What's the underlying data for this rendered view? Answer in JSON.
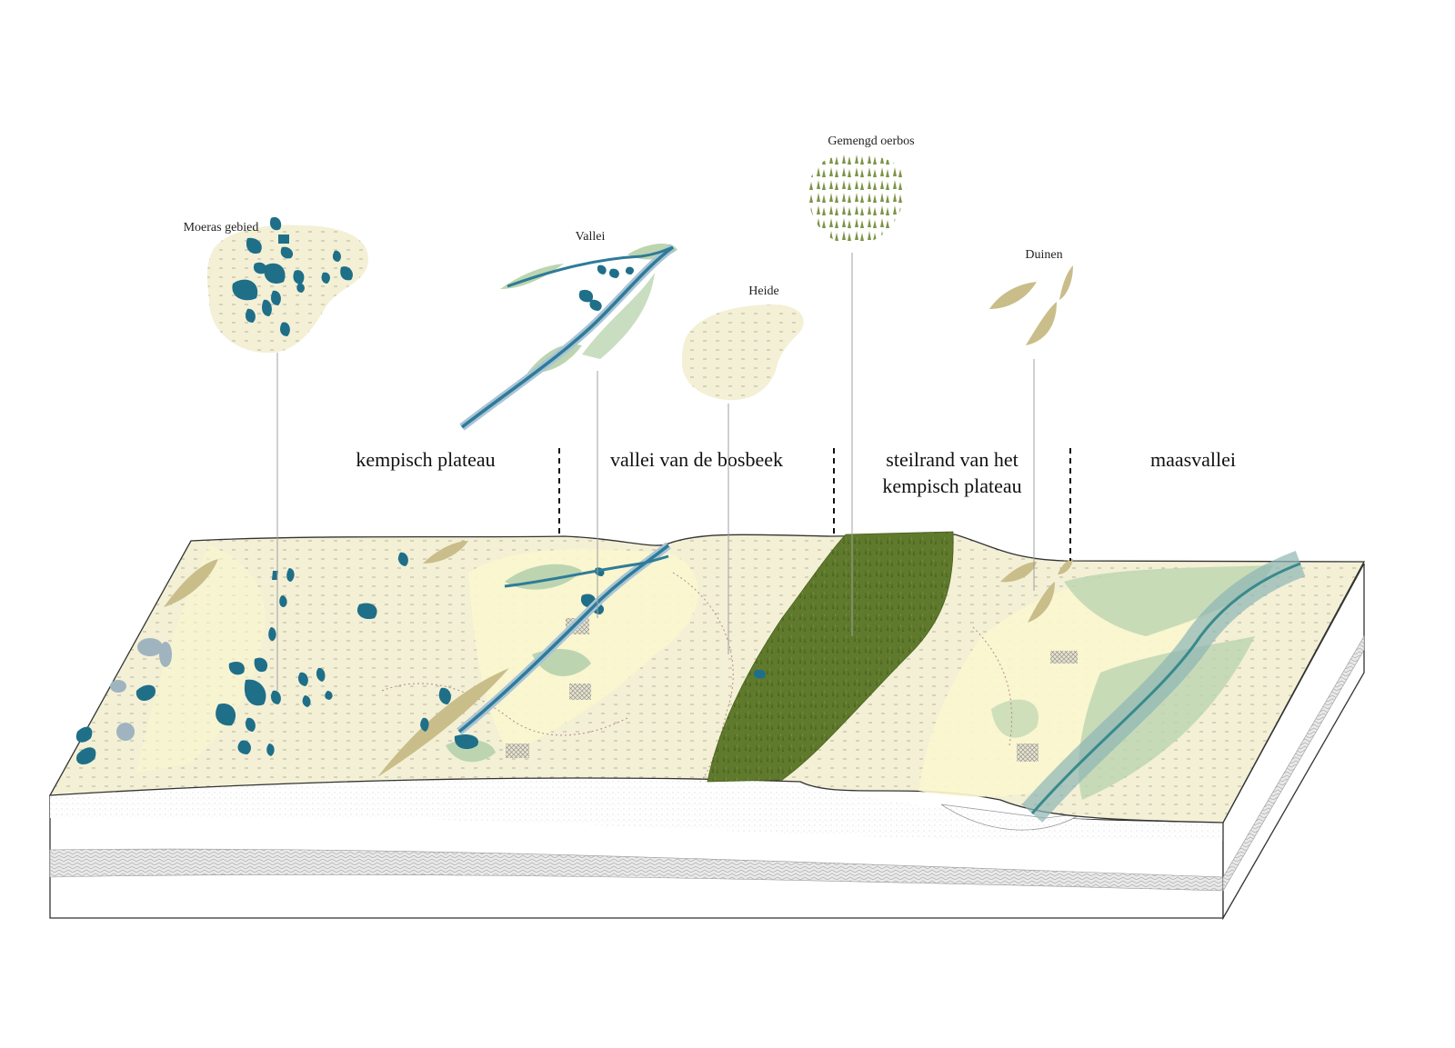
{
  "diagram": {
    "zones": {
      "kempisch_plateau": "kempisch plateau",
      "vallei_bosbeek": "vallei van de bosbeek",
      "steilrand_line1": "steilrand van het",
      "steilrand_line2": "kempisch plateau",
      "maasvallei": "maasvallei"
    },
    "callouts": {
      "moeras": "Moeras gebied",
      "vallei": "Vallei",
      "heide": "Heide",
      "oerbos": "Gemengd oerbos",
      "duinen": "Duinen"
    },
    "colors": {
      "heath": "#f3f0d6",
      "sand": "#faf6cf",
      "water": "#1f6f88",
      "river": "#3a84a0",
      "pale_green": "#bcd5b0",
      "forest": "#5f7a2c",
      "dune": "#c9bd8a",
      "block_side": "#ffffff",
      "outline": "#333333"
    }
  }
}
